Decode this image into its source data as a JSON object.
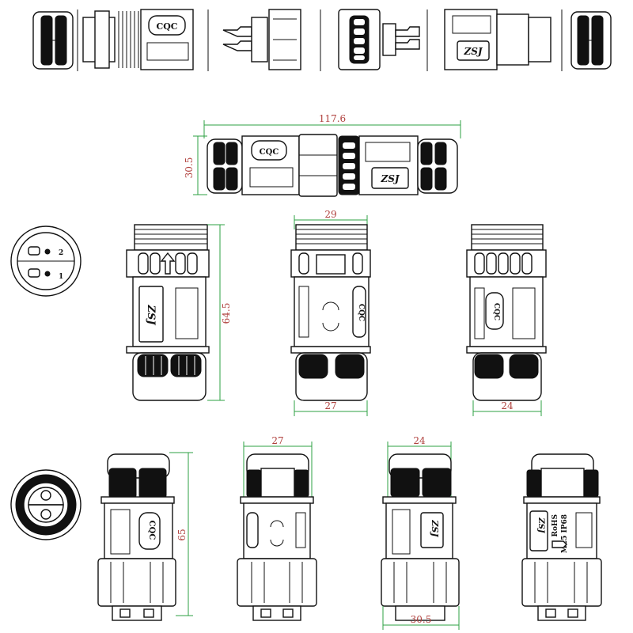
{
  "colors": {
    "line": "#111111",
    "dimension_line": "#2ea043",
    "dimension_text": "#b0413e",
    "background": "#ffffff"
  },
  "dimensions": {
    "assembled_length": "117.6",
    "assembled_height": "30.5",
    "male_width": "29",
    "male_length": "64.5",
    "male_body_width_a": "27",
    "male_body_width_b": "24",
    "female_length": "65",
    "female_top_width_a": "27",
    "female_top_width_b": "24",
    "female_bottom_width": "30.5"
  },
  "markings": {
    "brand_logo": "ZSJ",
    "cert_logo": "CQC",
    "rohs": "RoHS",
    "thread_rating": "M25 IP68",
    "pin_1": "1",
    "pin_2": "2"
  },
  "icons": [
    "connector-exploded-view",
    "connector-assembled-view",
    "male-plug-face-view",
    "female-socket-face-view",
    "arrow-up-icon",
    "ce-mark-icon",
    "wrench-icon"
  ]
}
